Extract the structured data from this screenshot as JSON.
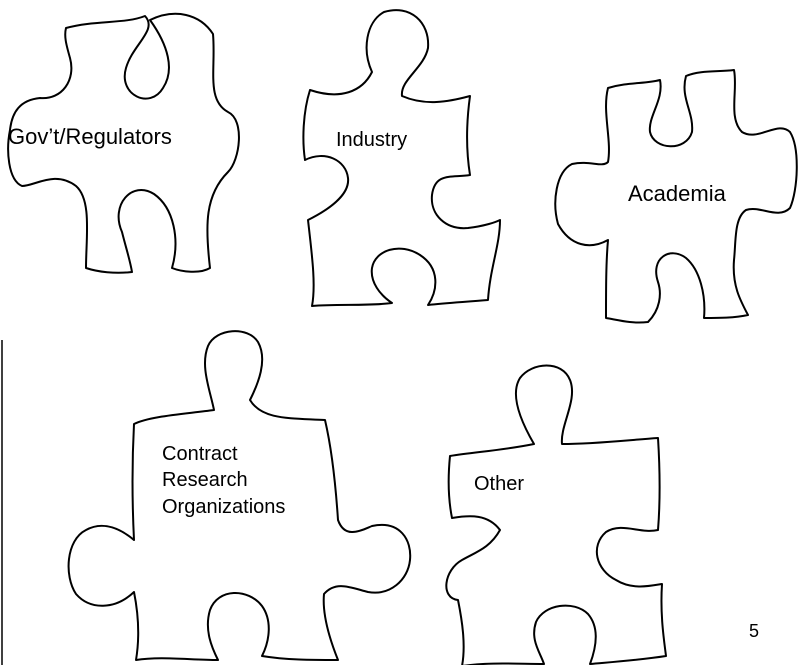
{
  "pieces": {
    "regulators": {
      "label": "Gov’t/Regulators"
    },
    "industry": {
      "label": "Industry"
    },
    "academia": {
      "label": "Academia"
    },
    "cro": {
      "lines": [
        "Contract",
        "Research",
        "Organizations"
      ]
    },
    "other": {
      "label": "Other"
    }
  },
  "page_number": "5"
}
